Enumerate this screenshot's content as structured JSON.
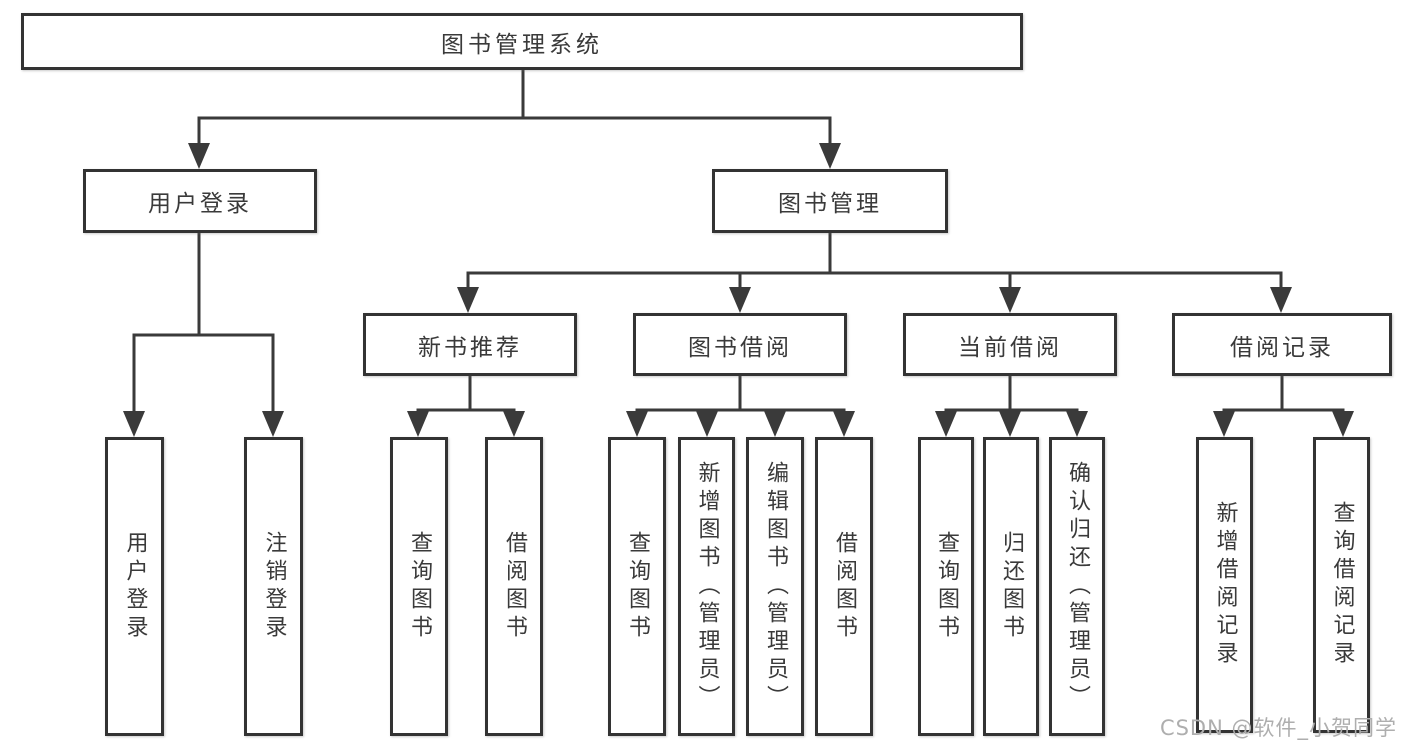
{
  "title": "图书管理系统",
  "colors": {
    "line": "#3a3a3a",
    "box_border": "#333333",
    "text": "#3a3a3a",
    "background": "#ffffff",
    "watermark": "#aeaeae"
  },
  "watermark": "CSDN @软件_小贺同学",
  "tree": {
    "label": "图书管理系统",
    "children": [
      {
        "label": "用户登录",
        "children": [
          {
            "label": "用户登录"
          },
          {
            "label": "注销登录"
          }
        ]
      },
      {
        "label": "图书管理",
        "children": [
          {
            "label": "新书推荐",
            "children": [
              {
                "label": "查询图书"
              },
              {
                "label": "借阅图书"
              }
            ]
          },
          {
            "label": "图书借阅",
            "children": [
              {
                "label": "查询图书"
              },
              {
                "label": "新增图书（管理员）"
              },
              {
                "label": "编辑图书（管理员）"
              },
              {
                "label": "借阅图书"
              }
            ]
          },
          {
            "label": "当前借阅",
            "children": [
              {
                "label": "查询图书"
              },
              {
                "label": "归还图书"
              },
              {
                "label": "确认归还（管理员）"
              }
            ]
          },
          {
            "label": "借阅记录",
            "children": [
              {
                "label": "新增借阅记录"
              },
              {
                "label": "查询借阅记录"
              }
            ]
          }
        ]
      }
    ]
  }
}
